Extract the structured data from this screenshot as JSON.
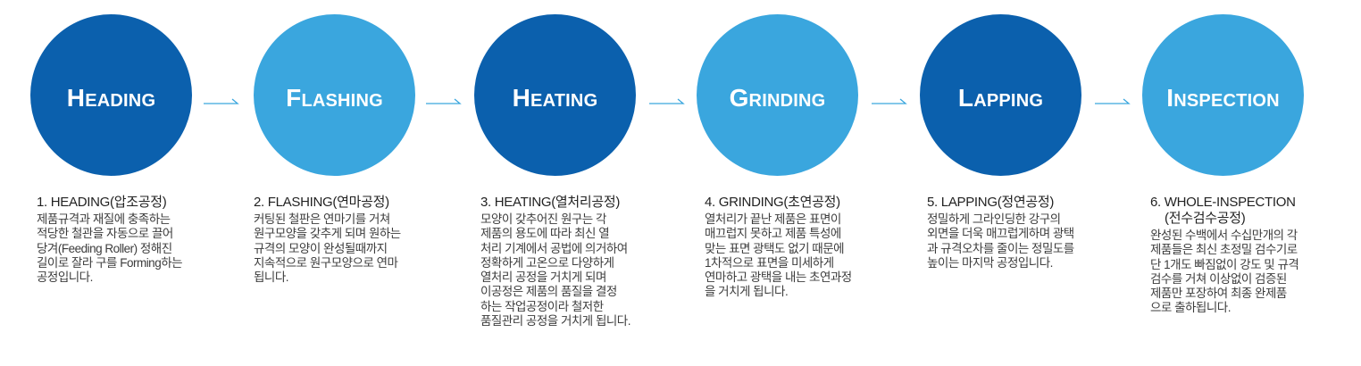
{
  "process": {
    "steps": [
      {
        "circle_label": "Heading",
        "title": "1. HEADING(압조공정)",
        "title_line2": "",
        "desc": [
          "제품규격과 재질에 충족하는",
          "적당한 철관을 자동으로 끌어",
          "당겨(Feeding Roller) 정해진",
          "길이로 잘라 구를 Forming하는",
          "공정입니다."
        ],
        "circle_color": "#0b60ad"
      },
      {
        "circle_label": "Flashing",
        "title": "2. FLASHING(연마공정)",
        "title_line2": "",
        "desc": [
          "커팅된 철판은 연마기를 거쳐",
          "원구모양을 갖추게 되며 원하는",
          "규격의 모양이 완성될때까지",
          "지속적으로 원구모양으로 연마",
          "됩니다."
        ],
        "circle_color": "#3aa6de"
      },
      {
        "circle_label": "Heating",
        "title": "3. HEATING(열처리공정)",
        "title_line2": "",
        "desc": [
          "모양이 갖추어진 원구는 각",
          "제품의 용도에 따라 최신 열",
          "처리 기계에서 공법에 의거하여",
          "정확하게 고온으로 다양하게",
          "열처리 공정을 거치게 되며",
          "이공정은 제품의 품질을 결정",
          "하는 작업공정이라 철저한",
          "품질관리 공정을 거치게 됩니다."
        ],
        "circle_color": "#0b60ad"
      },
      {
        "circle_label": "Grinding",
        "title": "4. GRINDING(초연공정)",
        "title_line2": "",
        "desc": [
          "열처리가 끝난 제품은 표면이",
          "매끄럽지 못하고 제품 특성에",
          "맞는 표면 광택도 없기 때문에",
          "1차적으로 표면을 미세하게",
          "연마하고 광택을 내는 초연과정",
          "을 거치게 됩니다."
        ],
        "circle_color": "#3aa6de"
      },
      {
        "circle_label": "Lapping",
        "title": "5. LAPPING(정연공정)",
        "title_line2": "",
        "desc": [
          "정밀하게 그라인딩한 강구의",
          "외면을 더욱 매끄럽게하며 광택",
          "과 규격오차를 줄이는 정밀도를",
          "높이는 마지막 공정입니다."
        ],
        "circle_color": "#0b60ad"
      },
      {
        "circle_label": "Inspection",
        "title": "6. WHOLE-INSPECTION",
        "title_line2": "(전수검수공정)",
        "desc": [
          "완성된 수백에서 수십만개의 각",
          "제품들은 최신 초정밀 검수기로",
          "단 1개도 빠짐없이 강도 및 규격",
          "검수를 거쳐 이상없이 검증된",
          "제품만 포장하여 최종 완제품",
          "으로 출하됩니다."
        ],
        "circle_color": "#3aa6de"
      }
    ],
    "arrow_color": "#3aa6de"
  }
}
